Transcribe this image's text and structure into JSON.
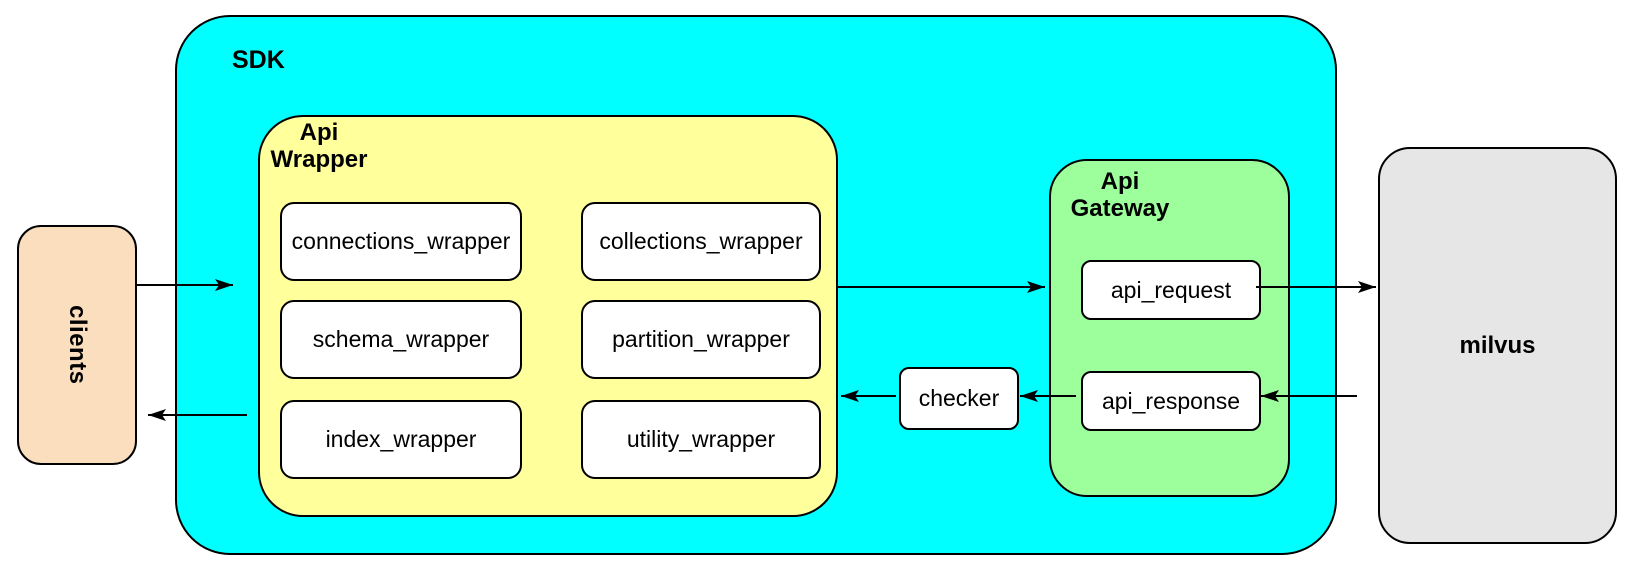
{
  "diagram": {
    "clients": {
      "label": "clients"
    },
    "sdk": {
      "label": "SDK"
    },
    "api_wrapper": {
      "label_line1": "Api",
      "label_line2": "Wrapper",
      "modules": [
        "connections_wrapper",
        "collections_wrapper",
        "schema_wrapper",
        "partition_wrapper",
        "index_wrapper",
        "utility_wrapper"
      ]
    },
    "checker": {
      "label": "checker"
    },
    "api_gateway": {
      "label_line1": "Api",
      "label_line2": "Gateway",
      "request": "api_request",
      "response": "api_response"
    },
    "milvus": {
      "label": "milvus"
    },
    "colors": {
      "sdk_fill": "#00FFFF",
      "api_wrapper_fill": "#FFFF9C",
      "api_gateway_fill": "#9CFF9C",
      "clients_fill": "#FBDEBE",
      "milvus_fill": "#E6E6E6",
      "node_fill": "#FFFFFF",
      "stroke": "#000000"
    }
  }
}
